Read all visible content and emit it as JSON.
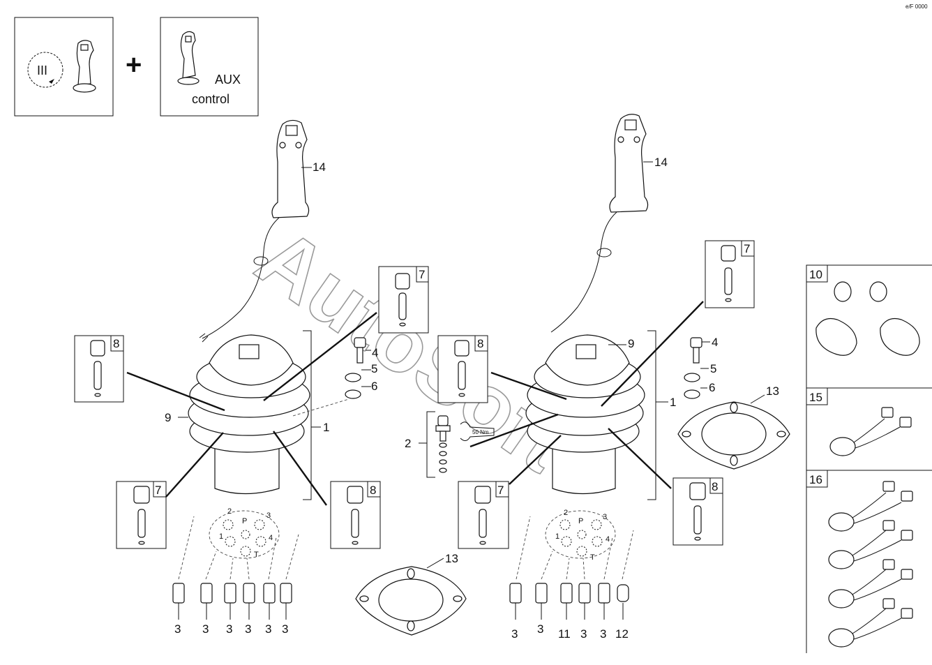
{
  "legend": {
    "panel_a_symbol": "III",
    "plus": "+",
    "panel_b_text_1": "AUX",
    "panel_b_text_2": "control"
  },
  "corner_mark": "e/F 0000",
  "torque_label": "50 Nm",
  "watermark": "AutoSoft",
  "port_letters": {
    "pressure": "P",
    "tank": "T"
  },
  "port_numbers": [
    "1",
    "2",
    "3",
    "4"
  ],
  "callouts": {
    "left_handle": "14",
    "right_handle": "14",
    "left_top_box": "7",
    "left_mid_box": "8",
    "left_bottom_left_box": "7",
    "left_bottom_right_box": "8",
    "left_body": "9",
    "left_assembly": "1",
    "left_screw": "4",
    "left_washer_1": "5",
    "left_washer_2": "6",
    "center_kit": "2",
    "center_plate": "13",
    "right_top_box": "7",
    "right_mid_box": "8",
    "right_bottom_left_box": "7",
    "right_bottom_right_box": "8",
    "right_body": "9",
    "right_assembly": "1",
    "right_screw": "4",
    "right_washer_1": "5",
    "right_washer_2": "6",
    "right_plate": "13"
  },
  "left_fittings": [
    "3",
    "3",
    "3",
    "3",
    "3",
    "3"
  ],
  "right_fittings": [
    "3",
    "3",
    "11",
    "3",
    "3",
    "12"
  ],
  "side_panels": [
    {
      "id": "10"
    },
    {
      "id": "15"
    },
    {
      "id": "16"
    }
  ]
}
